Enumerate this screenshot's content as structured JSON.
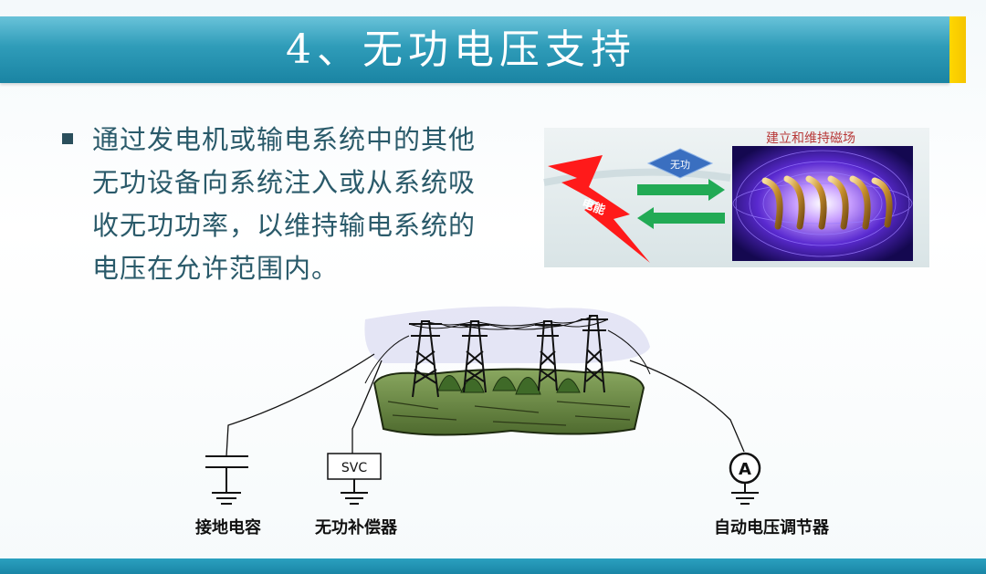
{
  "slide": {
    "title": "4、无功电压支持",
    "bullet": "通过发电机或输电系统中的其他无功设备向系统注入或从系统吸收无功功率，以维持输电系统的电压在允许范围内。"
  },
  "magnet_figure": {
    "caption": "建立和维持磁场",
    "arrow_label": "无功",
    "bolt_label": "电能"
  },
  "circuit": {
    "capacitor_label": "接地电容",
    "svc_box": "SVC",
    "compensator_label": "无功补偿器",
    "ammeter_symbol": "A",
    "regulator_label": "自动电压调节器"
  },
  "colors": {
    "title_bar": "#2f9cb9",
    "title_accent": "#ffd700",
    "body_text": "#2a5a6a",
    "bolt": "#ff1a1a",
    "arrows": "#22aa55",
    "field_bg": "#1a0a60",
    "coil": "#d9a548"
  }
}
